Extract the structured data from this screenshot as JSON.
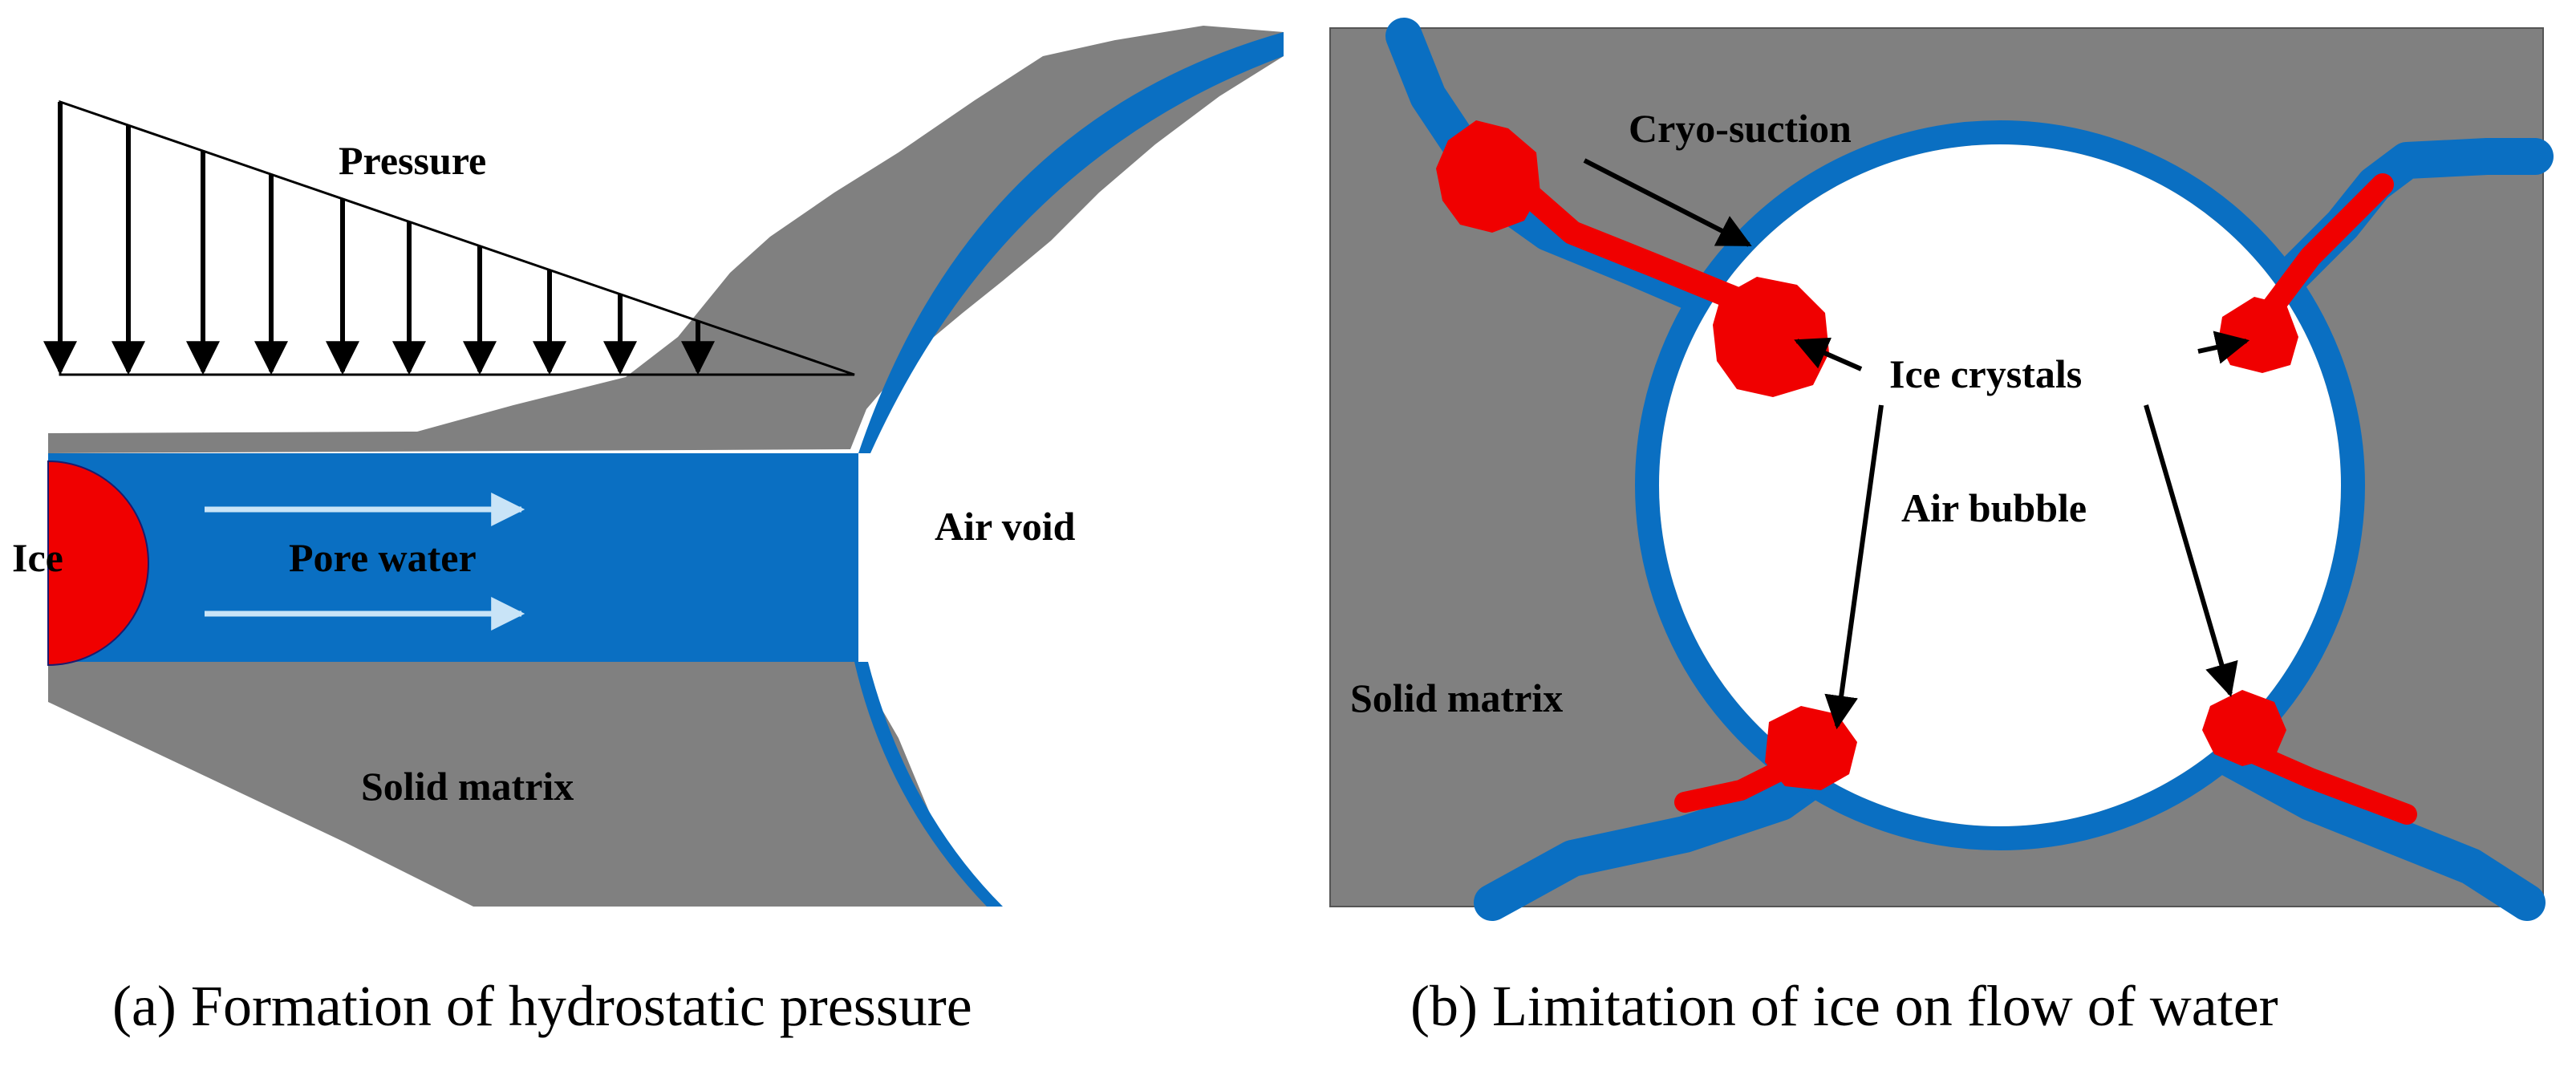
{
  "panel_a": {
    "labels": {
      "pressure": "Pressure",
      "ice": "Ice",
      "pore_water": "Pore water",
      "air_void": "Air void",
      "solid_matrix": "Solid matrix"
    },
    "caption": "(a) Formation of hydrostatic pressure"
  },
  "panel_b": {
    "labels": {
      "cryo_suction": "Cryo-suction",
      "ice_crystals": "Ice crystals",
      "air_bubble": "Air bubble",
      "solid_matrix": "Solid matrix"
    },
    "caption": "(b) Limitation of ice on flow of water"
  },
  "colors": {
    "solid_matrix": "#808080",
    "water": "#0a6fc2",
    "ice": "#f00000",
    "flow_arrow": "#c9e4f7",
    "line": "#000000"
  }
}
